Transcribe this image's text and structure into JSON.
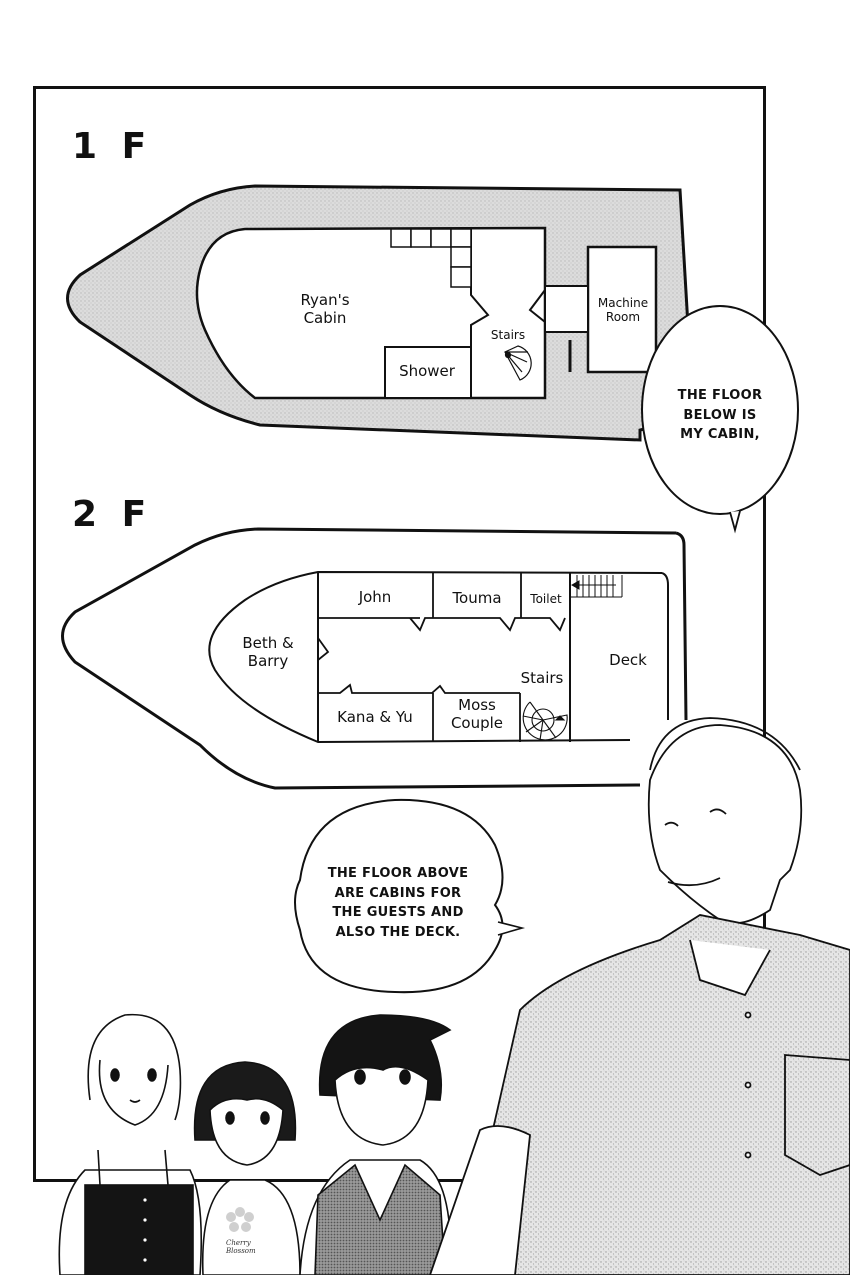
{
  "page": {
    "type": "manga page",
    "description": "Boat floor plan shown on a board, with characters below"
  },
  "floor_1": {
    "label": "1 F",
    "rooms": {
      "ryans_cabin": "Ryan's\nCabin",
      "shower": "Shower",
      "stairs": "Stairs",
      "machine_room": "Machine\nRoom"
    }
  },
  "floor_2": {
    "label": "2 F",
    "rooms": {
      "beth_barry": "Beth &\nBarry",
      "john": "John",
      "touma": "Touma",
      "toilet": "Toilet",
      "deck": "Deck",
      "stairs": "Stairs",
      "kana_yu": "Kana & Yu",
      "moss_couple": "Moss\nCouple"
    }
  },
  "bubbles": {
    "bubble_1": "THE FLOOR\nBELOW IS\nMY CABIN,",
    "bubble_2": "THE FLOOR ABOVE\nARE CABINS FOR\nTHE GUESTS AND\nALSO THE DECK."
  },
  "characters": {
    "shirt_print": "Cherry\nBlossom"
  },
  "colors": {
    "ink": "#111111",
    "hull_screentone": "#d4d4d4",
    "paper": "#ffffff",
    "shirt_tone": "#cfcfcf",
    "vest_tone": "#8a8a8a",
    "dress": "#141414"
  }
}
